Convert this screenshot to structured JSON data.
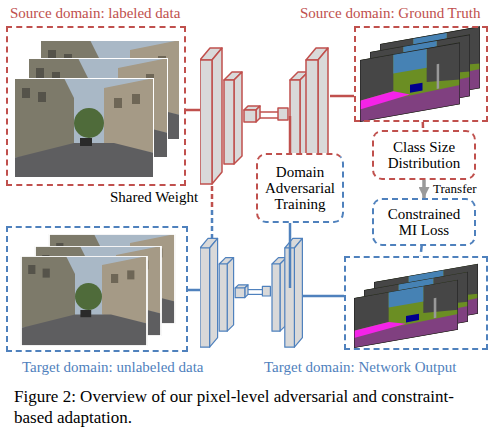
{
  "diagram": {
    "caption": "Figure 2: Overview of our pixel-level adversarial and constraint-based adaptation.",
    "nodes": [
      {
        "text": [
          "Source domain: labeled data"
        ]
      },
      {
        "text": [
          "Source domain: Ground Truth"
        ]
      },
      {
        "text": [
          "Class Size Distribution"
        ]
      },
      {
        "text": [
          "Domain Adversarial Training"
        ]
      },
      {
        "text": [
          "Constrained MI Loss"
        ]
      },
      {
        "text": [
          "Target domain: unlabeled data"
        ]
      },
      {
        "text": [
          "Target domain: Network Output"
        ]
      }
    ],
    "edges": [
      {
        "from": 1,
        "to": 2,
        "arrow": "none"
      },
      {
        "from": 2,
        "to": 4,
        "arrow": "to",
        "label": "Transfer"
      },
      {
        "from": 4,
        "to": 6,
        "arrow": "none"
      }
    ],
    "labels": [
      "Shared Weight"
    ]
  }
}
